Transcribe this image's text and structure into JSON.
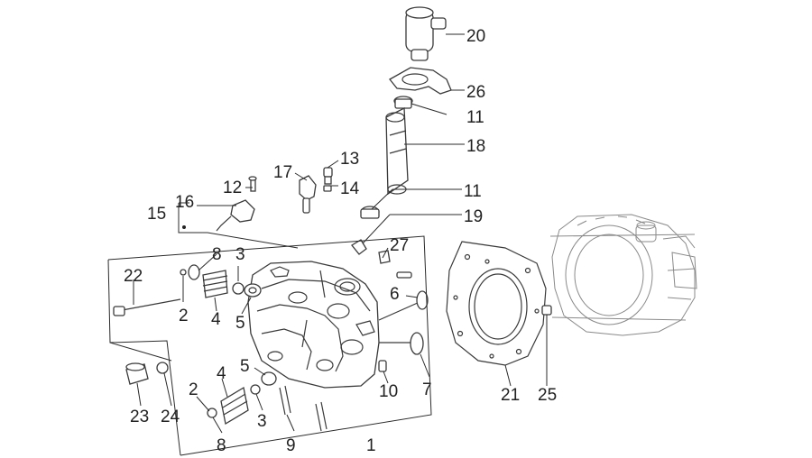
{
  "callouts": {
    "c20": "20",
    "c26": "26",
    "c11a": "11",
    "c18": "18",
    "c13": "13",
    "c17": "17",
    "c14": "14",
    "c12": "12",
    "c16": "16",
    "c15": "15",
    "c11b": "11",
    "c19": "19",
    "c27": "27",
    "c8a": "8",
    "c3a": "3",
    "c22": "22",
    "c2a": "2",
    "c4a": "4",
    "c5a": "5",
    "c6": "6",
    "c7": "7",
    "c10": "10",
    "c21": "21",
    "c25": "25",
    "c23": "23",
    "c24": "24",
    "c4b": "4",
    "c5b": "5",
    "c2b": "2",
    "c3b": "3",
    "c8b": "8",
    "c9": "9",
    "c1": "1"
  }
}
